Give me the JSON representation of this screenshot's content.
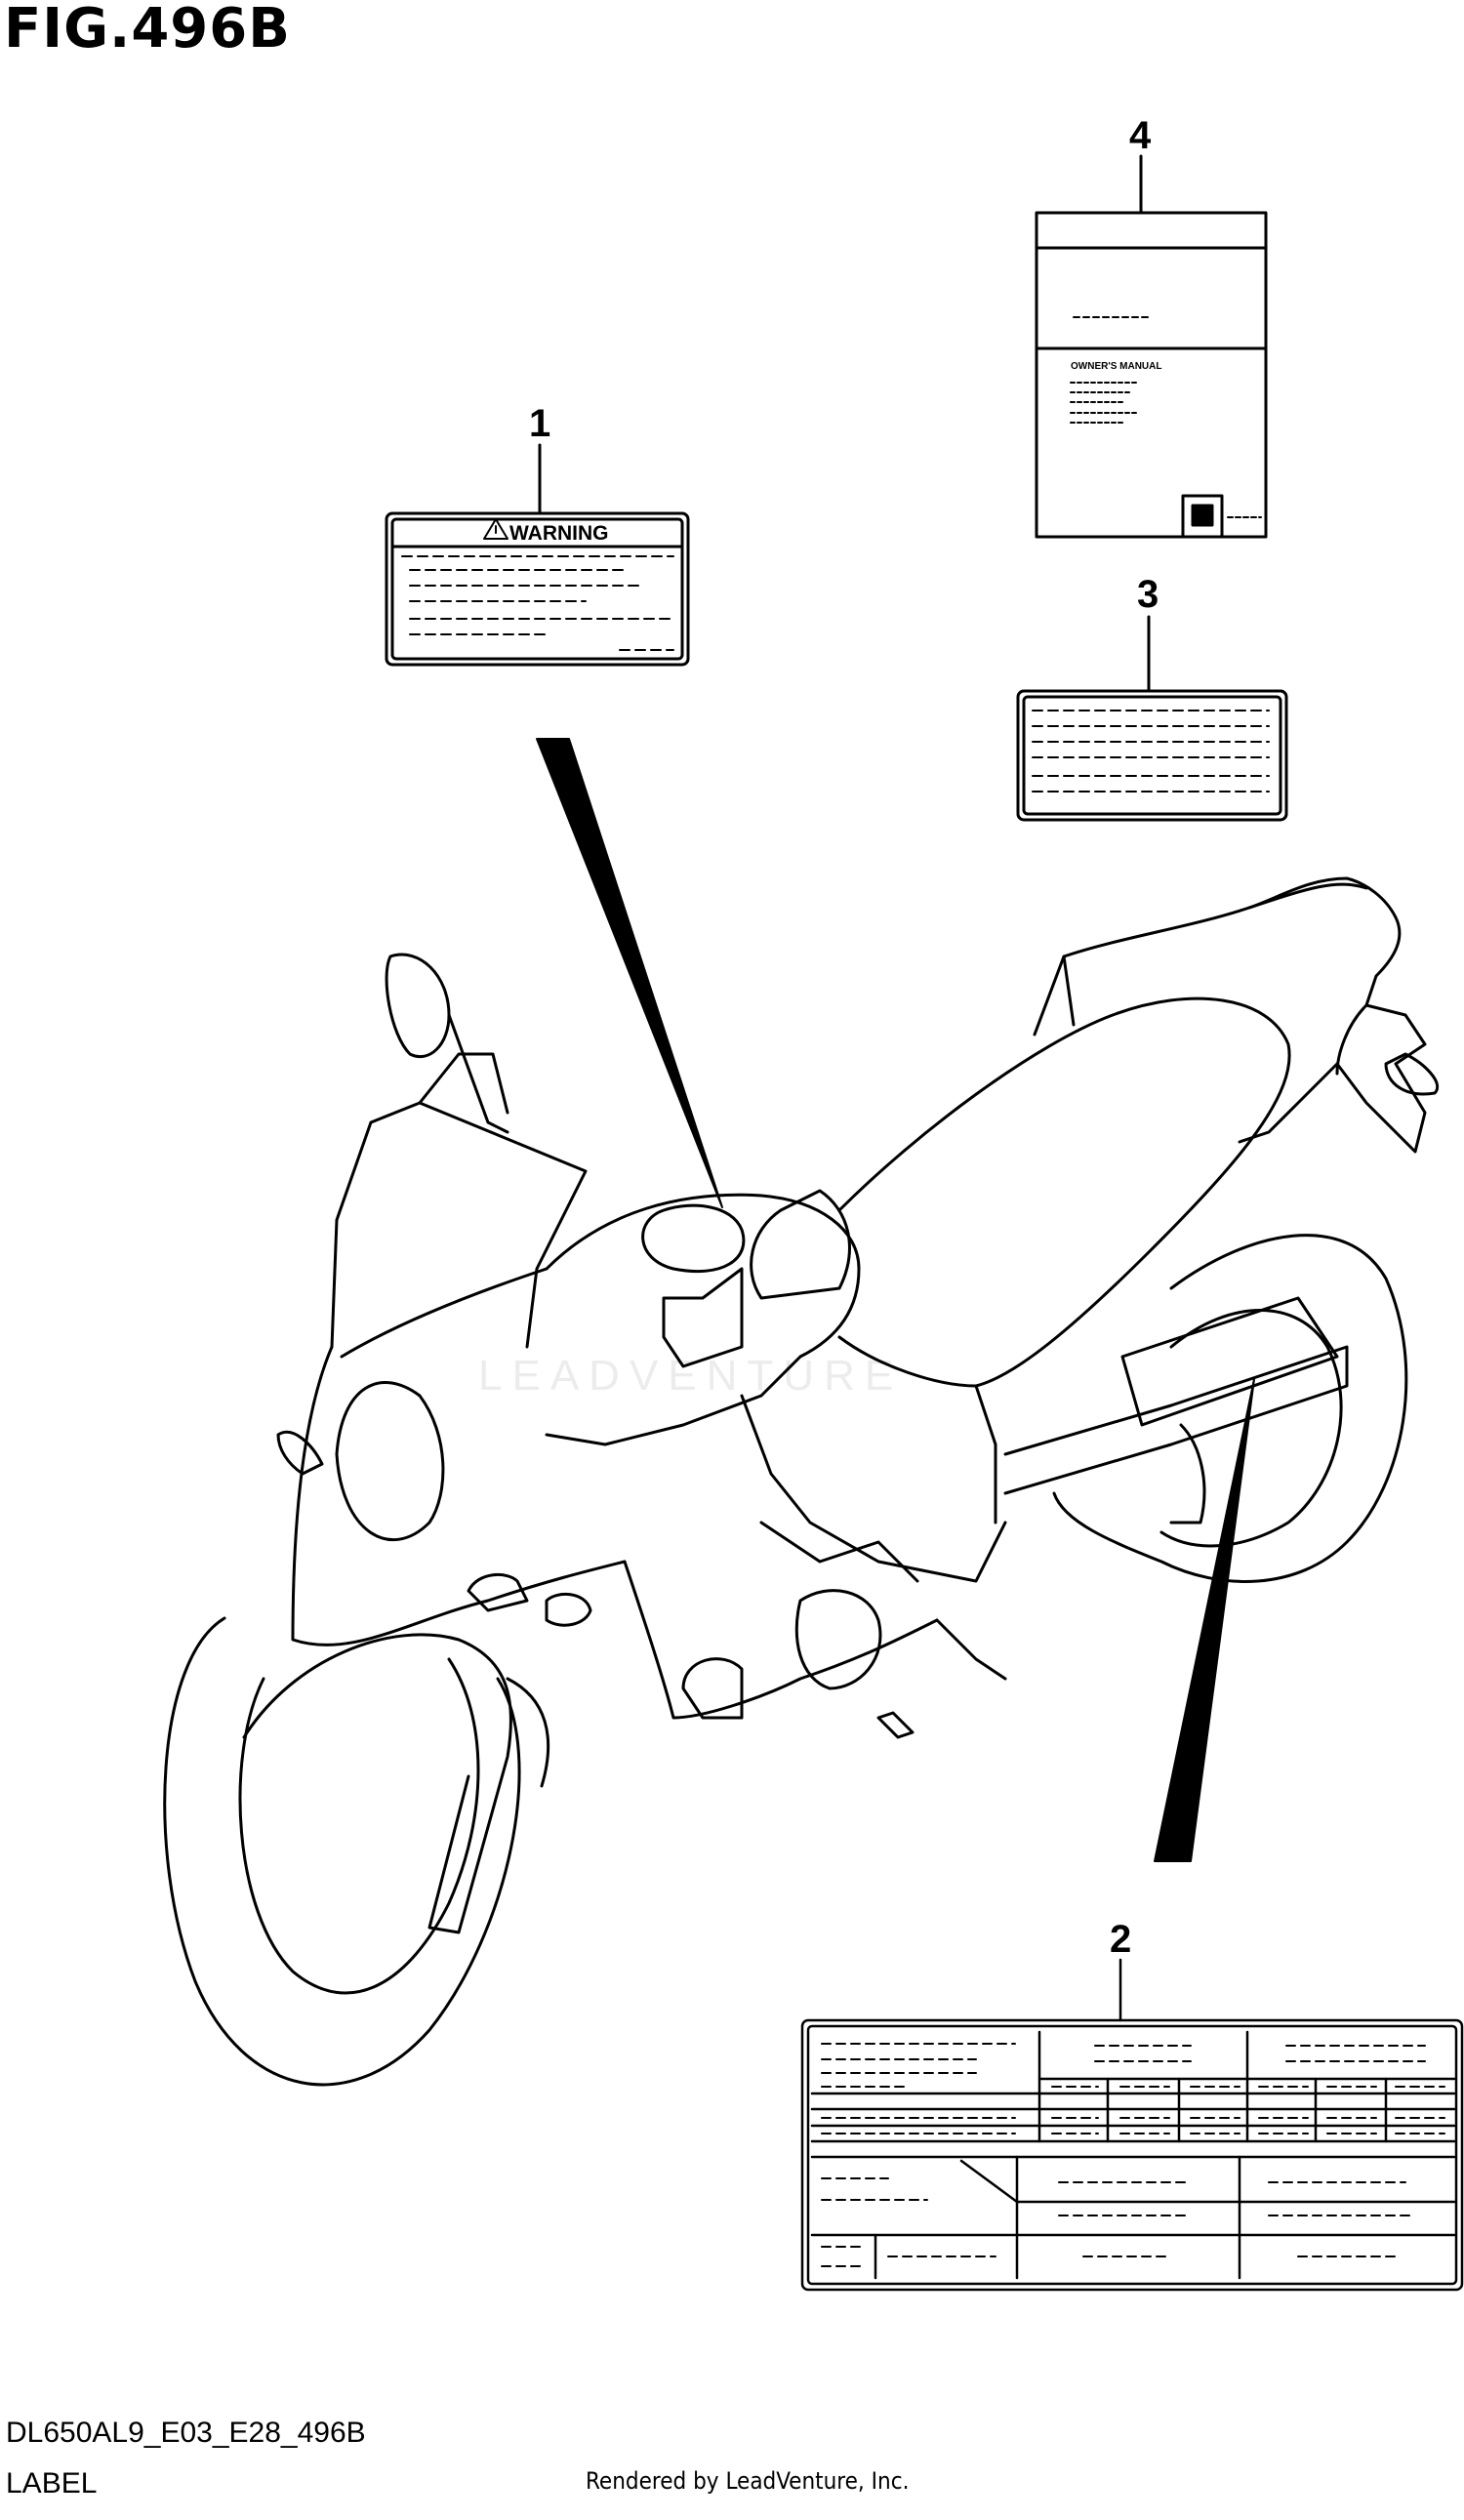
{
  "figure": {
    "title": "FIG.496B",
    "model_code": "DL650AL9_E03_E28_496B",
    "section": "LABEL",
    "credit": "Rendered by LeadVenture, Inc.",
    "watermark": "LEADVENTURE"
  },
  "callouts": [
    {
      "number": "1"
    },
    {
      "number": "2"
    },
    {
      "number": "3"
    },
    {
      "number": "4"
    }
  ],
  "labels": {
    "warning_label": {
      "heading": "WARNING"
    },
    "manual": {
      "subtitle": "OWNER'S MANUAL"
    }
  }
}
